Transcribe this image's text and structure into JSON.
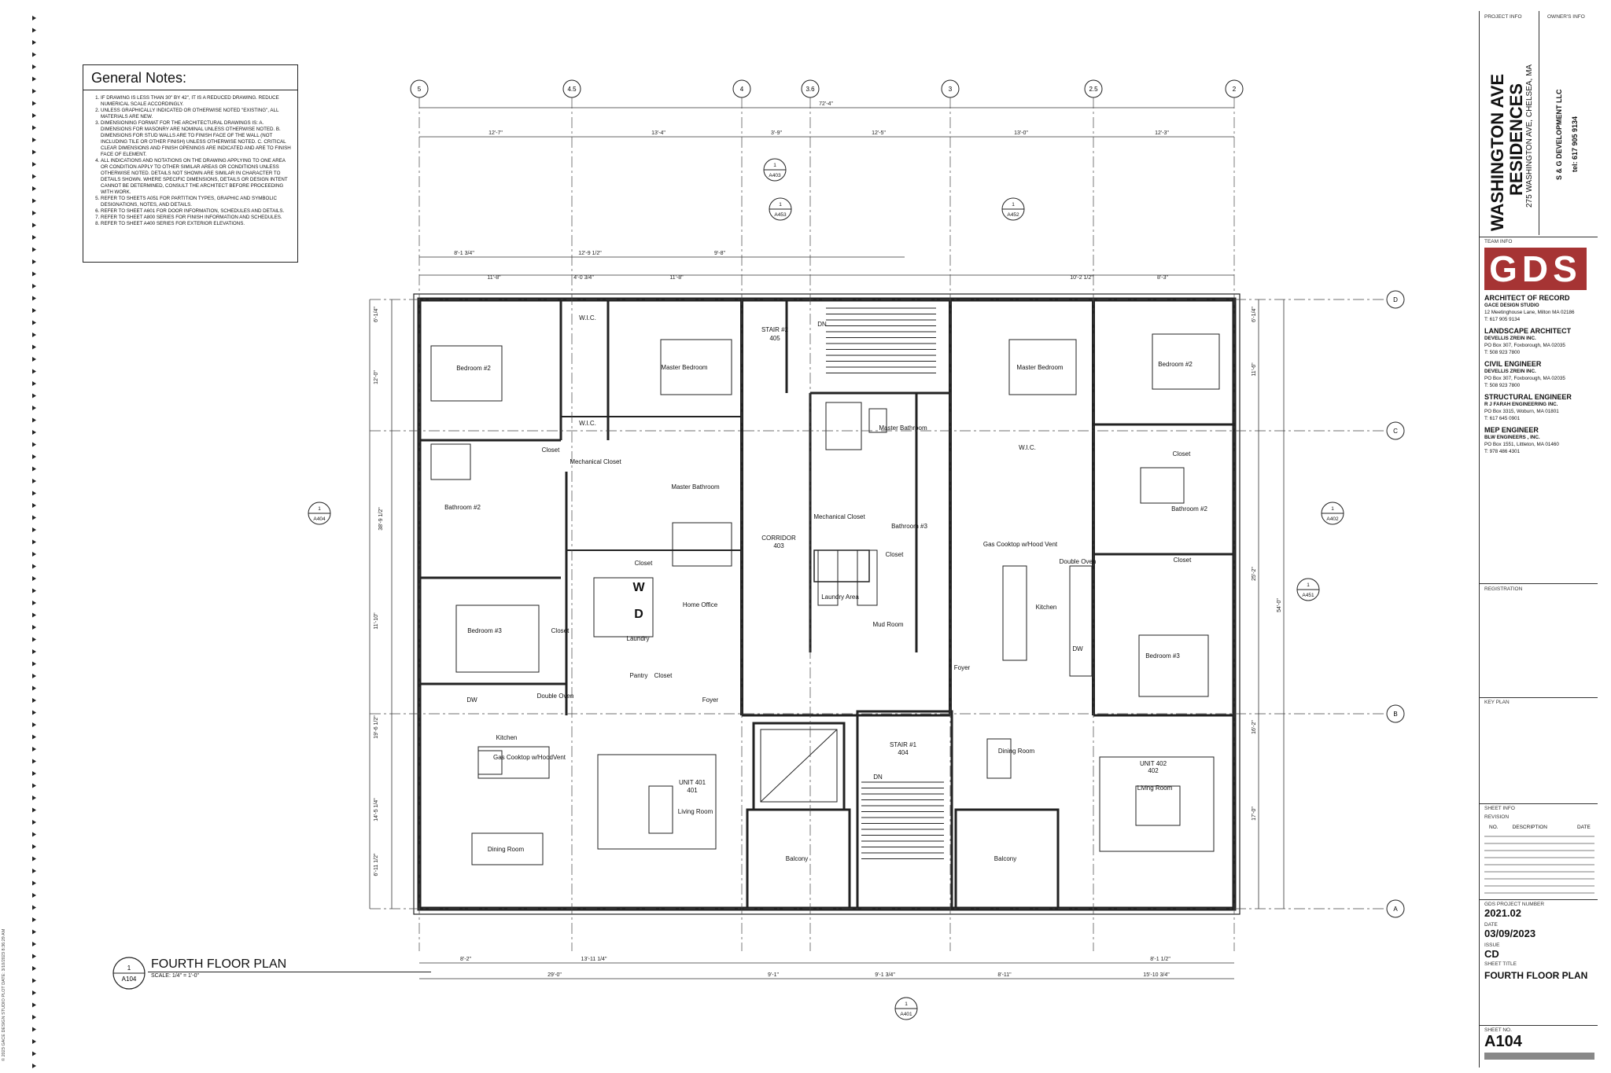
{
  "general_notes": {
    "title": "General Notes:",
    "items": [
      "IF DRAWING IS LESS THAN 30\" BY 42\", IT IS A REDUCED DRAWING. REDUCE NUMERICAL SCALE ACCORDINGLY.",
      "UNLESS GRAPHICALLY INDICATED OR OTHERWISE NOTED \"EXISTING\", ALL MATERIALS ARE NEW.",
      "DIMENSIONING FORMAT FOR THE ARCHITECTURAL DRAWINGS IS: A. DIMENSIONS FOR MASONRY ARE NOMINAL UNLESS OTHERWISE NOTED. B. DIMENSIONS FOR STUD WALLS ARE TO FINISH FACE OF THE WALL (NOT INCLUDING TILE OR OTHER FINISH) UNLESS OTHERWISE NOTED. C. CRITICAL CLEAR DIMENSIONS AND FINISH OPENINGS ARE INDICATED AND ARE TO FINISH FACE OF ELEMENT.",
      "ALL INDICATIONS AND NOTATIONS ON THE DRAWING APPLYING TO ONE AREA OR CONDITION APPLY TO OTHER SIMILAR AREAS OR CONDITIONS UNLESS OTHERWISE NOTED. DETAILS NOT SHOWN ARE SIMILAR IN CHARACTER TO DETAILS SHOWN. WHERE SPECIFIC DIMENSIONS, DETAILS OR DESIGN INTENT CANNOT BE DETERMINED, CONSULT THE ARCHITECT BEFORE PROCEEDING WITH WORK.",
      "REFER TO SHEETS A051 FOR PARTITION TYPES, GRAPHIC AND SYMBOLIC DESIGNATIONS, NOTES, AND DETAILS.",
      "REFER TO SHEET A601 FOR DOOR INFORMATION, SCHEDULES AND DETAILS.",
      "REFER TO SHEET A800 SERIES FOR FINISH INFORMATION AND SCHEDULES.",
      "REFER TO SHEET A400 SERIES FOR EXTERIOR ELEVATIONS."
    ]
  },
  "title_block": {
    "project_info_label": "PROJECT INFO",
    "owners_info_label": "OWNER'S INFO",
    "project_name_1": "WASHINGTON AVE",
    "project_name_2": "RESIDENCES",
    "project_address": "275 WASHINGTON AVE, CHELSEA, MA",
    "owner_name": "S & G DEVELOPMENT LLC",
    "owner_tel": "tel: 617 905 9134",
    "team_info_label": "TEAM INFO",
    "logo_text": "GDS",
    "team": [
      {
        "role": "ARCHITECT OF RECORD",
        "firm": "GACE DESIGN STUDIO",
        "addr": "12 Meetinghouse Lane, Milton MA 02186",
        "tel": "T: 617 905 9134"
      },
      {
        "role": "LANDSCAPE ARCHITECT",
        "firm": "DEVELLIS ZREIN INC.",
        "addr": "PO Box 307, Foxborough, MA 02035",
        "tel": "T: 508 923 7800"
      },
      {
        "role": "CIVIL ENGINEER",
        "firm": "DEVELLIS ZREIN INC.",
        "addr": "PO Box 307, Foxborough, MA 02035",
        "tel": "T: 508 923 7800"
      },
      {
        "role": "STRUCTURAL ENGINEER",
        "firm": "R J FARAH ENGINEERING INC.",
        "addr": "PO Box 3315, Woburn, MA 01801",
        "tel": "T: 617 645 0901"
      },
      {
        "role": "MEP ENGINEER",
        "firm": "BLW ENGINEERS , INC.",
        "addr": "PO Box 1551, Littleton, MA 01460",
        "tel": "T: 978 486 4301"
      }
    ],
    "registration_label": "REGISTRATION",
    "key_plan_label": "KEY PLAN",
    "sheet_info_label": "SHEET INFO",
    "revision_label": "REVISION",
    "rev_no": "NO.",
    "rev_desc": "DESCRIPTION",
    "rev_date": "DATE",
    "project_number_label": "GDS PROJECT NUMBER",
    "project_number": "2021.02",
    "date_label": "DATE",
    "date": "03/09/2023",
    "issue_label": "ISSUE",
    "issue": "CD",
    "sheet_title_label": "SHEET TITLE",
    "sheet_title": "FOURTH FLOOR PLAN",
    "sheet_no_label": "SHEET NO.",
    "sheet_no": "A104"
  },
  "plan_title": {
    "tag_num": "1",
    "tag_sheet": "A104",
    "name": "FOURTH FLOOR PLAN",
    "scale": "SCALE:  1/4\" = 1'-0\""
  },
  "side_stamp": "© 2023 GACE DESIGN STUDIO    PLOT DATE: 3/10/2023 8:36:29 AM",
  "grid": {
    "columns": [
      "5",
      "4.5",
      "4",
      "3.6",
      "3",
      "2.5",
      "2"
    ],
    "rows": [
      "D",
      "C",
      "B",
      "A"
    ]
  },
  "dims_top": {
    "overall": "72'-4\"",
    "segments": [
      "12'-7\"",
      "13'-4\"",
      "3'-9\"",
      "12'-5\"",
      "13'-0\"",
      "12'-3\""
    ],
    "row2": [
      "8'-1 3/4\"",
      "12'-9 1/2\"",
      "9'-8\""
    ],
    "row3": [
      "11'-8\"",
      "4'-0 3/4\"",
      "11'-8\"",
      "10'-2 1/2\"",
      "8'-3\""
    ]
  },
  "dims_bottom": {
    "row1": [
      "8'-2\"",
      "13'-11 1/4\"",
      "8'-1 1/2\""
    ],
    "row2": [
      "29'-0\"",
      "9'-1\"",
      "9'-1 3/4\"",
      "8'-11\"",
      "15'-10 3/4\""
    ]
  },
  "dims_right": [
    "6'-1/4\"",
    "11'-6\"",
    "25'-2\"",
    "54'-0\"",
    "16'-2\"",
    "17'-0\""
  ],
  "dims_left": [
    "6'-1/4\"",
    "12'-0\"",
    "38'-9 1/2\"",
    "11'-10\"",
    "19'-6 1/2\"",
    "14'-5 1/4\"",
    "6'-11 1/2\""
  ],
  "section_tags": [
    {
      "num": "1",
      "sheet": "A403"
    },
    {
      "num": "1",
      "sheet": "A453"
    },
    {
      "num": "1",
      "sheet": "A452"
    },
    {
      "num": "1",
      "sheet": "A404"
    },
    {
      "num": "1",
      "sheet": "A402"
    },
    {
      "num": "1",
      "sheet": "A451"
    },
    {
      "num": "1",
      "sheet": "A401"
    }
  ],
  "rooms": {
    "bedroom2_w": "Bedroom #2",
    "wic_w1": "W.I.C.",
    "master_bedroom_w": "Master Bedroom",
    "stair2": "STAIR #2",
    "stair2_num": "405",
    "dn1": "DN",
    "master_bedroom_e": "Master Bedroom",
    "bedroom2_e": "Bedroom #2",
    "wic_w2": "W.I.C.",
    "closet_w1": "Closet",
    "mech_closet_w": "Mechanical Closet",
    "master_bath_w": "Master Bathroom",
    "master_bath_c": "Master Bathroom",
    "wic_e": "W.I.C.",
    "closet_e1": "Closet",
    "bath2_w": "Bathroom #2",
    "mech_closet_c": "Mechanical Closet",
    "bath3_c": "Bathroom #3",
    "bath2_e": "Bathroom #2",
    "corridor": "CORRIDOR",
    "corridor_num": "403",
    "closet_w2": "Closet",
    "closet_c": "Closet",
    "closet_e2": "Closet",
    "gas_cooktop_e": "Gas Cooktop w/Hood Vent",
    "double_oven_e": "Double Oven",
    "bedroom3_w": "Bedroom #3",
    "closet_w3": "Closet",
    "laundry_w": "Laundry",
    "home_office": "Home Office",
    "laundry_area": "Laundry Area",
    "mud_room": "Mud Room",
    "kitchen_e": "Kitchen",
    "dw_e": "DW",
    "bedroom3_e": "Bedroom #3",
    "pantry": "Pantry",
    "closet_w4": "Closet",
    "foyer_w": "Foyer",
    "foyer_e": "Foyer",
    "dw_w": "DW",
    "double_oven_w": "Double Oven",
    "kitchen_w": "Kitchen",
    "gas_cooktop_w": "Gas Cooktop w/HoodVent",
    "stair1": "STAIR #1",
    "stair1_num": "404",
    "dn2": "DN",
    "dining_e": "Dining Room",
    "unit402": "UNIT 402",
    "unit402_num": "402",
    "living_e": "Living Room",
    "unit401": "UNIT 401",
    "unit401_num": "401",
    "living_w": "Living Room",
    "dining_w": "Dining Room",
    "balcony_w": "Balcony",
    "balcony_e": "Balcony",
    "washer": "W",
    "dryer": "D"
  }
}
